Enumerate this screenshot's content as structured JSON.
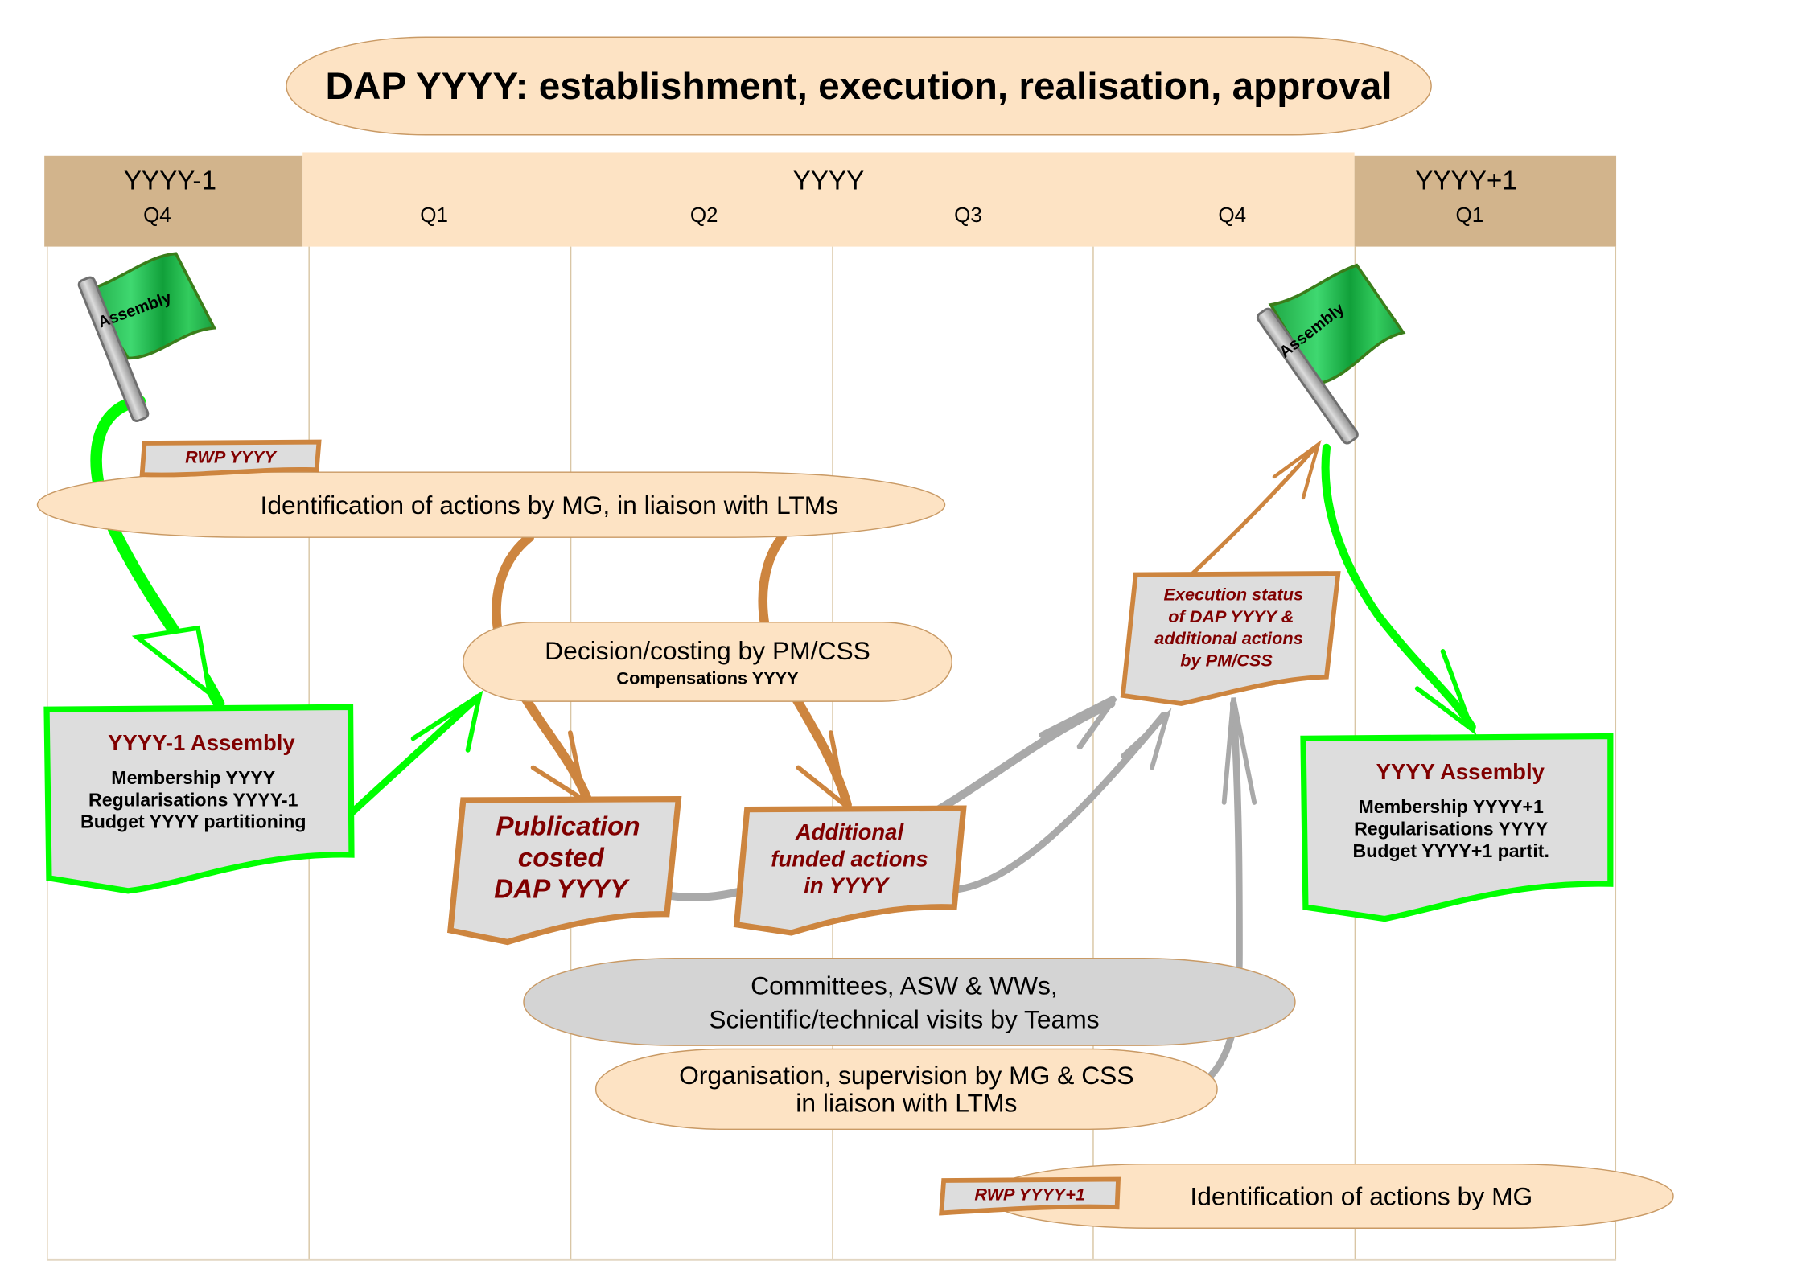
{
  "title": "DAP YYYY: establishment, execution, realisation, approval",
  "colors": {
    "header_dark": "#d2b48c",
    "header_light": "#fde3c4",
    "ellipse_fill": "#fde3c4",
    "ellipse_stroke": "#c99a65",
    "gray_ellipse_fill": "#d4d4d4",
    "doc_fill": "#dddddd",
    "orange": "#cd853f",
    "green": "#00ff00",
    "gray_arrow": "#a9a9a9",
    "dark_red": "#800000",
    "flag_green": "#22b24c",
    "grid_line": "#d9c6a5"
  },
  "timeline": {
    "years": [
      {
        "label": "YYYY-1",
        "quarters": [
          "Q4"
        ]
      },
      {
        "label": "YYYY",
        "quarters": [
          "Q1",
          "Q2",
          "Q3",
          "Q4"
        ]
      },
      {
        "label": "YYYY+1",
        "quarters": [
          "Q1"
        ]
      }
    ]
  },
  "flags": [
    {
      "label": "Assembly",
      "icon": "flag-icon"
    },
    {
      "label": "Assembly",
      "icon": "flag-icon"
    }
  ],
  "tags": {
    "rwp_current": "RWP YYYY",
    "rwp_next": "RWP YYYY+1"
  },
  "ellipses": {
    "identification": "Identification of actions by MG, in liaison with LTMs",
    "decision": {
      "line1": "Decision/costing by PM/CSS",
      "line2": "Compensations YYYY"
    },
    "committees": {
      "line1": "Committees, ASW & WWs,",
      "line2": "Scientific/technical visits by Teams"
    },
    "organisation": {
      "line1": "Organisation, supervision by MG & CSS",
      "line2": "in liaison with LTMs"
    },
    "identification_next": "Identification of actions by MG"
  },
  "documents": {
    "prev_assembly": {
      "title": "YYYY-1 Assembly",
      "lines": [
        "Membership YYYY",
        "Regularisations YYYY-1",
        "Budget YYYY partitioning"
      ]
    },
    "publication": {
      "lines": [
        "Publication",
        "costed",
        "DAP YYYY"
      ]
    },
    "additional": {
      "lines": [
        "Additional",
        "funded actions",
        "in YYYY"
      ]
    },
    "execution": {
      "lines": [
        "Execution status",
        "of DAP YYYY &",
        "additional actions",
        "by PM/CSS"
      ]
    },
    "assembly": {
      "title": "YYYY Assembly",
      "lines": [
        "Membership YYYY+1",
        "Regularisations YYYY",
        "Budget YYYY+1 partit."
      ]
    }
  }
}
